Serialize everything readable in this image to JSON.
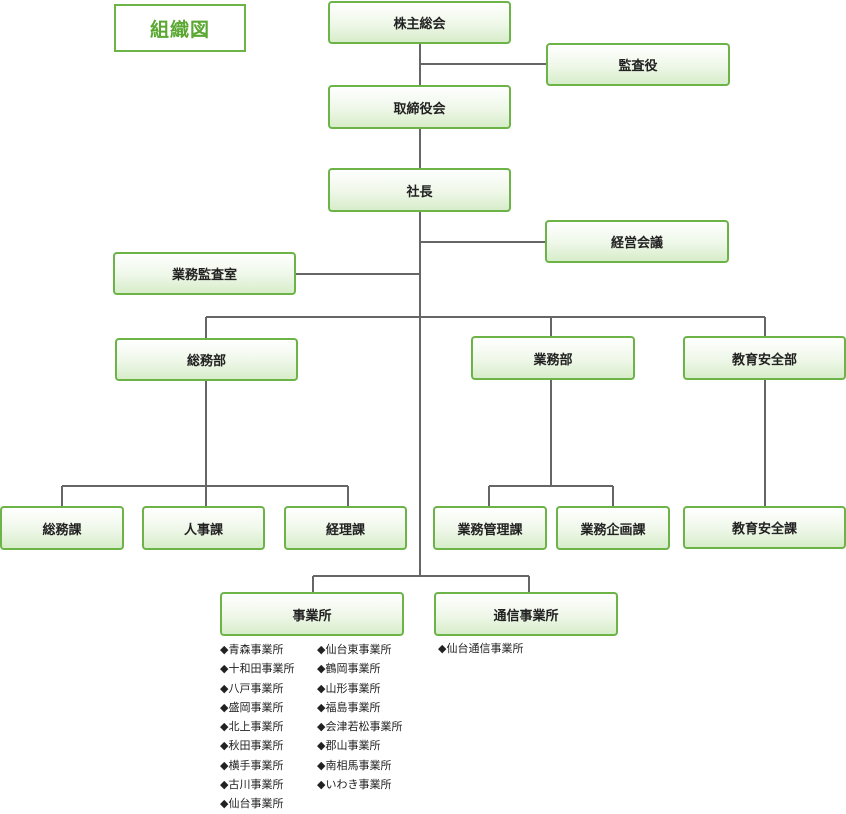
{
  "title": "組織図",
  "boxes": {
    "shareholders": "株主総会",
    "auditor": "監査役",
    "board": "取締役会",
    "president": "社長",
    "management_meeting": "経営会議",
    "audit_office": "業務監査室",
    "general_affairs_dept": "総務部",
    "operations_dept": "業務部",
    "education_safety_dept": "教育安全部",
    "general_affairs_section": "総務課",
    "hr_section": "人事課",
    "accounting_section": "経理課",
    "ops_management_section": "業務管理課",
    "ops_planning_section": "業務企画課",
    "education_safety_section": "教育安全課",
    "offices": "事業所",
    "comm_offices": "通信事業所"
  },
  "office_list_col1": [
    "◆青森事業所",
    "◆十和田事業所",
    "◆八戸事業所",
    "◆盛岡事業所",
    "◆北上事業所",
    "◆秋田事業所",
    "◆横手事業所",
    "◆古川事業所",
    "◆仙台事業所"
  ],
  "office_list_col2": [
    "◆仙台東事業所",
    "◆鶴岡事業所",
    "◆山形事業所",
    "◆福島事業所",
    "◆会津若松事業所",
    "◆郡山事業所",
    "◆南相馬事業所",
    "◆いわき事業所"
  ],
  "comm_office_list": [
    "◆仙台通信事業所"
  ],
  "colors": {
    "accent": "#6cb348",
    "line": "#666666"
  }
}
